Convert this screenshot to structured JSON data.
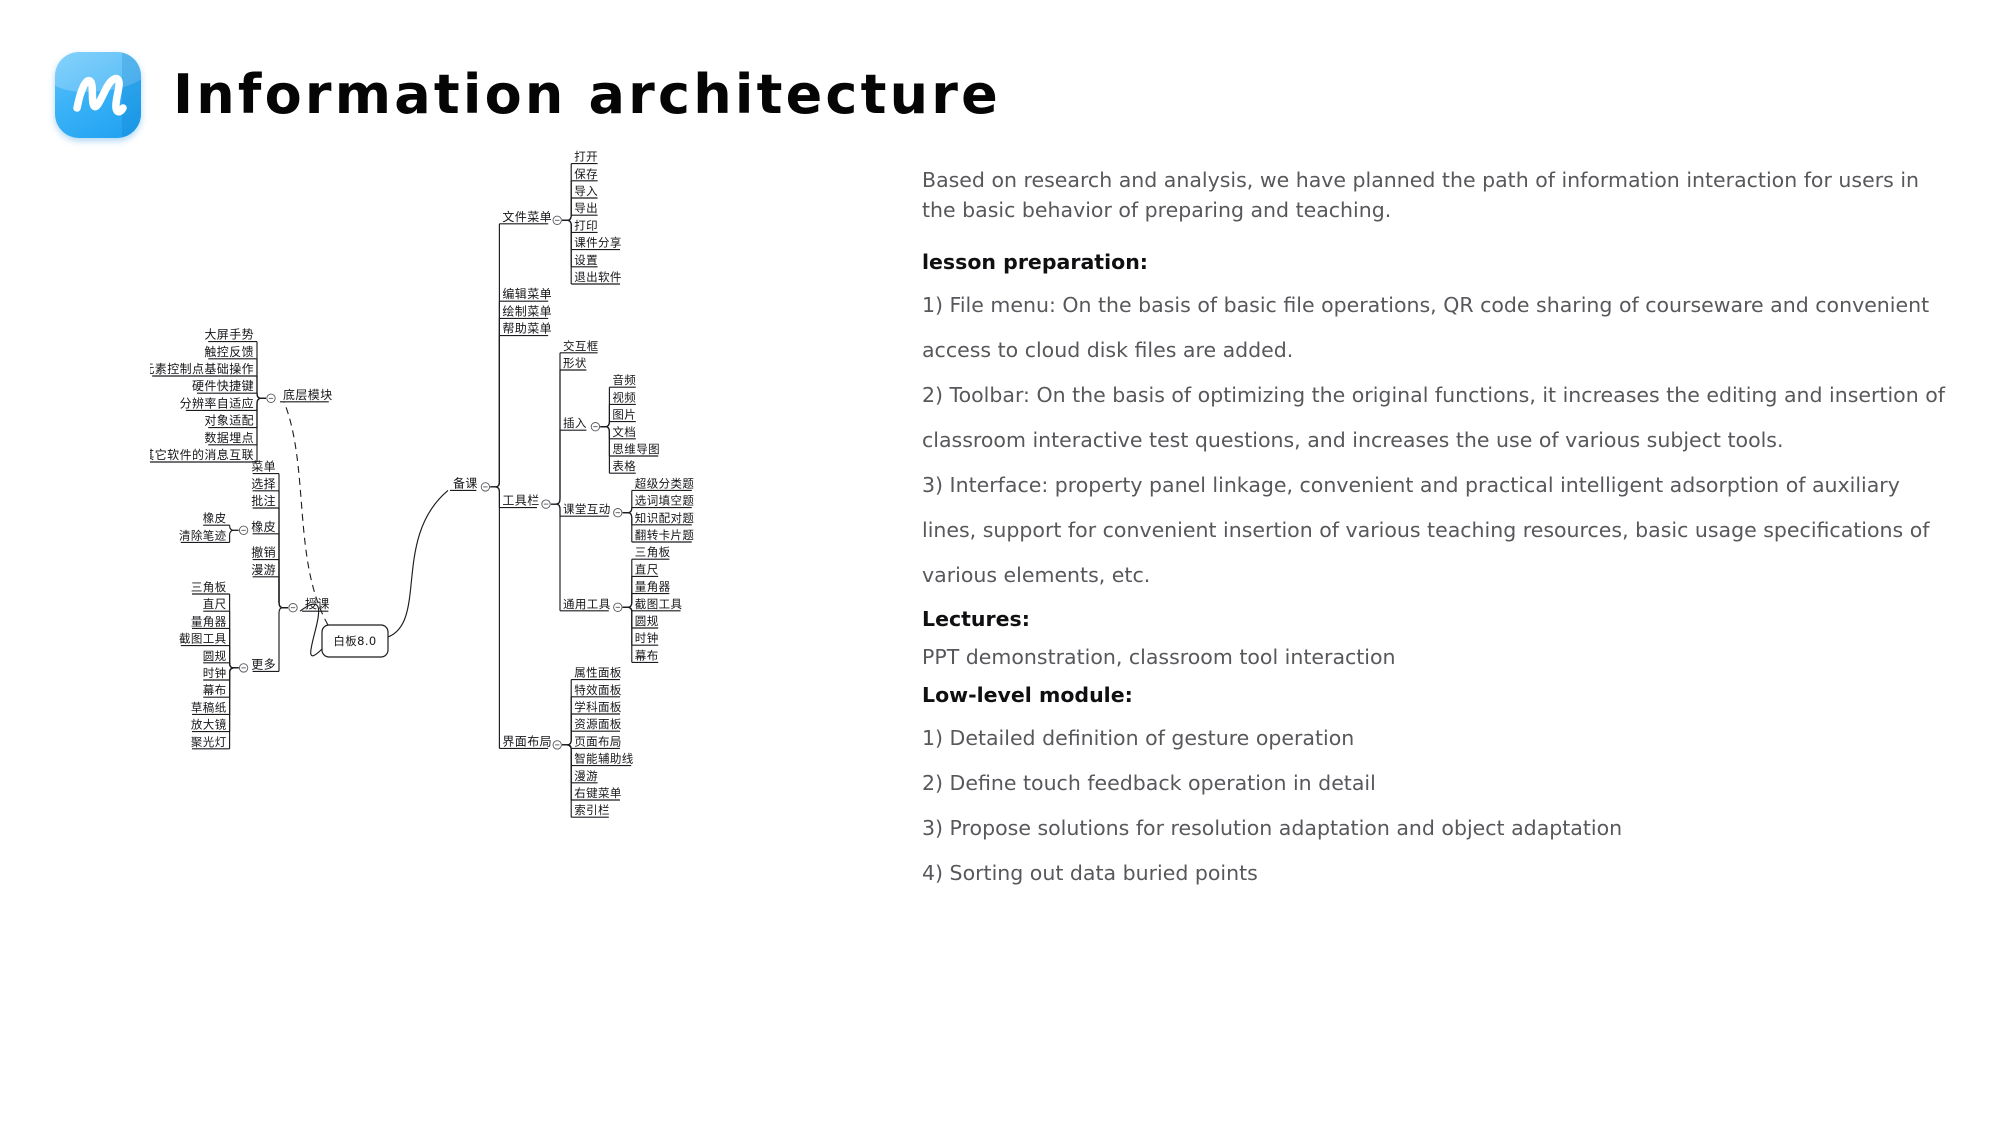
{
  "header": {
    "title": "Information architecture",
    "logo_icon": "whiteboard-scribble-logo"
  },
  "colors": {
    "logo_blue": "#3cb3f7",
    "title_black": "#050505",
    "body_gray": "#58585c",
    "line_black": "#1c1c20"
  },
  "description": {
    "intro": "Based on research and analysis, we have planned the path of information interaction for users in the basic behavior of preparing and teaching.",
    "blocks": [
      {
        "style": "heading",
        "text": "lesson preparation:"
      },
      {
        "style": "para",
        "text": "1) File menu: On the basis of basic file operations, QR code sharing of courseware and convenient access to cloud disk files are added."
      },
      {
        "style": "para",
        "text": "2) Toolbar: On the basis of optimizing the original functions, it increases the editing and insertion of classroom interactive test questions, and increases the use of various subject tools."
      },
      {
        "style": "para",
        "text": "3) Interface: property panel linkage, convenient and practical intelligent adsorption of auxiliary lines, support for convenient insertion of various teaching resources, basic usage specifications of various elements, etc."
      },
      {
        "style": "heading",
        "text": "Lectures:"
      },
      {
        "style": "tight",
        "text": "PPT demonstration, classroom tool interaction"
      },
      {
        "style": "heading",
        "text": "Low-level module:"
      },
      {
        "style": "para",
        "text": "1) Detailed definition of gesture operation"
      },
      {
        "style": "para",
        "text": "2) Define touch feedback operation in detail"
      },
      {
        "style": "para",
        "text": "3) Propose solutions for resolution adaptation and object adaptation"
      },
      {
        "style": "para",
        "text": "4) Sorting out data buried points"
      }
    ]
  },
  "mindmap": {
    "root": "白板8.0",
    "branches": {
      "beike": {
        "label": "备课",
        "children": [
          {
            "label": "文件菜单",
            "children": [
              "打开",
              "保存",
              "导入",
              "导出",
              "打印",
              "课件分享",
              "设置",
              "退出软件"
            ]
          },
          {
            "label": "编辑菜单",
            "children": []
          },
          {
            "label": "绘制菜单",
            "children": []
          },
          {
            "label": "帮助菜单",
            "children": []
          },
          {
            "label": "工具栏",
            "children": [
              {
                "label": "交互框",
                "children": []
              },
              {
                "label": "形状",
                "children": []
              },
              {
                "label": "插入",
                "children": [
                  "音频",
                  "视频",
                  "图片",
                  "文档",
                  "思维导图",
                  "表格"
                ]
              },
              {
                "label": "课堂互动",
                "children": [
                  "超级分类题",
                  "选词填空题",
                  "知识配对题",
                  "翻转卡片题"
                ]
              },
              {
                "label": "通用工具",
                "children": [
                  "三角板",
                  "直尺",
                  "量角器",
                  "截图工具",
                  "圆规",
                  "时钟",
                  "幕布"
                ]
              }
            ]
          },
          {
            "label": "界面布局",
            "children": [
              "属性面板",
              "特效面板",
              "学科面板",
              "资源面板",
              "页面布局",
              "智能辅助线",
              "漫游",
              "右键菜单",
              "索引栏"
            ]
          }
        ]
      },
      "shouke": {
        "label": "授课",
        "children": [
          {
            "label": "菜单",
            "children": []
          },
          {
            "label": "选择",
            "children": []
          },
          {
            "label": "批注",
            "children": []
          },
          {
            "label": "橡皮",
            "children": [
              "橡皮",
              "清除笔迹"
            ]
          },
          {
            "label": "撤销",
            "children": []
          },
          {
            "label": "漫游",
            "children": []
          },
          {
            "label": "更多",
            "children": [
              "三角板",
              "直尺",
              "量角器",
              "截图工具",
              "圆规",
              "时钟",
              "幕布",
              "草稿纸",
              "放大镜",
              "聚光灯"
            ]
          }
        ]
      },
      "dicengmokuai": {
        "label": "底层模块",
        "children": [
          "大屏手势",
          "触控反馈",
          "元素控制点基础操作",
          "硬件快捷键",
          "分辨率自适应",
          "对象适配",
          "数据埋点",
          "与其它软件的消息互联"
        ]
      }
    }
  }
}
